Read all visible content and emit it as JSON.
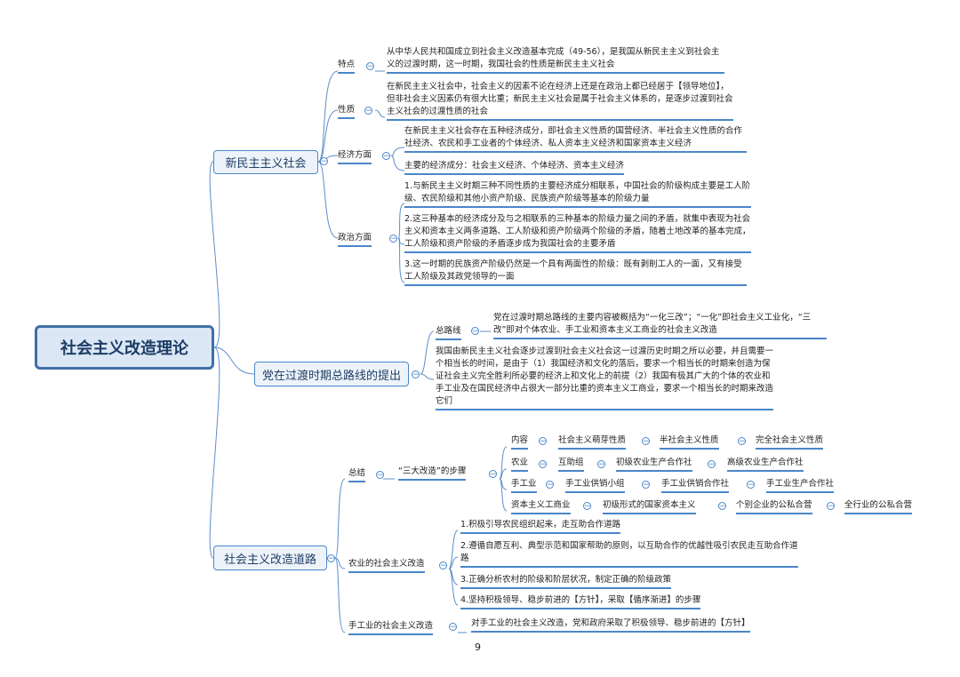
{
  "root": "社会主义改造理论",
  "b1": {
    "title": "新民主主义社会",
    "tedian": {
      "label": "特点",
      "text": "从中华人民共和国成立到社会主义改造基本完成（49-56），是我国从新民主主义到社会主义的过渡时期，这一时期，我国社会的性质是新民主主义社会"
    },
    "xingzhi": {
      "label": "性质",
      "text": "在新民主主义社会中，社会主义的因素不论在经济上还是在政治上都已经居于【领导地位】，但非社会主义因素仍有很大比重；新民主主义社会是属于社会主义体系的，是逐步过渡到社会主义社会的过渡性质的社会"
    },
    "jingji": {
      "label": "经济方面",
      "items": [
        "在新民主主义社会存在五种经济成分，即社会主义性质的国营经济、半社会主义性质的合作社经济、农民和手工业者的个体经济、私人资本主义经济和国家资本主义经济",
        "主要的经济成分：社会主义经济、个体经济、资本主义经济"
      ]
    },
    "zhengzhi": {
      "label": "政治方面",
      "items": [
        "1.与新民主主义时期三种不同性质的主要经济成分相联系，中国社会的阶级构成主要是工人阶级、农民阶级和其他小资产阶级、民族资产阶级等基本的阶级力量",
        "2.这三种基本的经济成分及与之相联系的三种基本的阶级力量之间的矛盾，就集中表现为社会主义和资本主义两条道路、工人阶级和资产阶级两个阶级的矛盾，随着土地改革的基本完成，工人阶级和资产阶级的矛盾逐步成为我国社会的主要矛盾",
        "3.这一时期的民族资产阶级仍然是一个具有两面性的阶级：既有剥削工人的一面，又有接受工人阶级及其政党领导的一面"
      ]
    }
  },
  "b2": {
    "title": "党在过渡时期总路线的提出",
    "zonglu": {
      "label": "总路线",
      "text": "党在过渡时期总路线的主要内容被概括为“一化三改”；“一化”即社会主义工业化，“三改”即对个体农业、手工业和资本主义工商业的社会主义改造"
    },
    "detail": "我国由新民主主义社会逐步过渡到社会主义社会这一过渡历史时期之所以必要，并且需要一个相当长的时间，是由于（1）我国经济和文化的落后，要求一个相当长的时期来创造为保证社会主义完全胜利所必要的经济上和文化上的前提（2）我国有极其广大的个体的农业和手工业及在国民经济中占很大一部分比重的资本主义工商业，要求一个相当长的时期来改造它们"
  },
  "b3": {
    "title": "社会主义改造道路",
    "zongjie": {
      "label": "总结",
      "steps_label": "“三大改造”的步骤",
      "rows": [
        [
          "内容",
          "社会主义萌芽性质",
          "半社会主义性质",
          "完全社会主义性质"
        ],
        [
          "农业",
          "互助组",
          "初级农业生产合作社",
          "高级农业生产合作社"
        ],
        [
          "手工业",
          "手工业供销小组",
          "手工业供销合作社",
          "手工业生产合作社"
        ],
        [
          "资本主义工商业",
          "初级形式的国家资本主义",
          "个别企业的公私合营",
          "全行业的公私合营"
        ]
      ]
    },
    "nongye": {
      "label": "农业的社会主义改造",
      "items": [
        "1.积极引导农民组织起来，走互助合作道路",
        "2.遵循自愿互利、典型示范和国家帮助的原则，以互助合作的优越性吸引农民走互助合作道路",
        "3.正确分析农村的阶级和阶层状况，制定正确的阶级政策",
        "4.坚持积极领导、稳步前进的【方针】，采取【循序渐进】的步骤"
      ]
    },
    "shougong": {
      "label": "手工业的社会主义改造",
      "text": "对手工业的社会主义改造，党和政府采取了积极领导、稳步前进的【方针】"
    }
  },
  "page": "9",
  "colors": {
    "line": "#4a86c8",
    "rootBorder": "#3f6fa6"
  }
}
